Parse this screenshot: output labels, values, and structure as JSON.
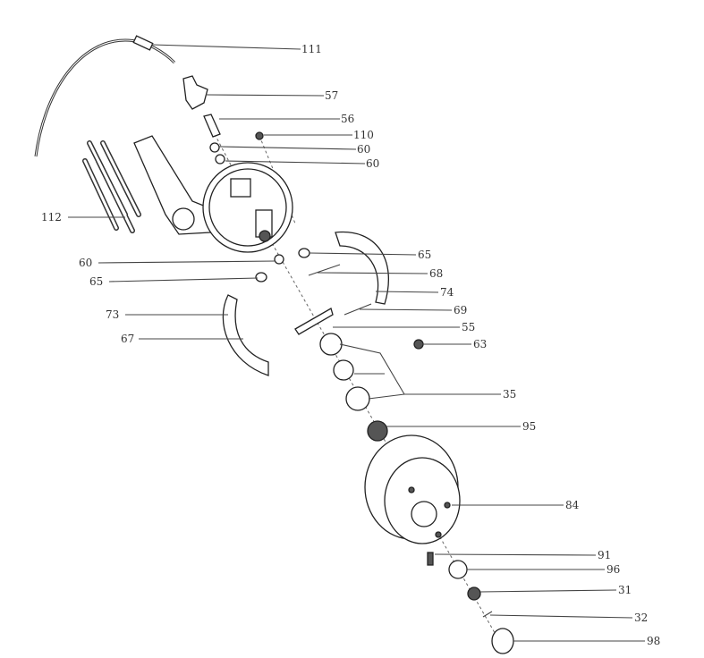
{
  "diagram": {
    "type": "exploded-parts-diagram",
    "labels": [
      "111",
      "57",
      "56",
      "110",
      "60",
      "60",
      "112",
      "65",
      "60",
      "68",
      "65",
      "74",
      "69",
      "73",
      "55",
      "67",
      "63",
      "35",
      "95",
      "84",
      "91",
      "96",
      "31",
      "32",
      "98"
    ]
  }
}
